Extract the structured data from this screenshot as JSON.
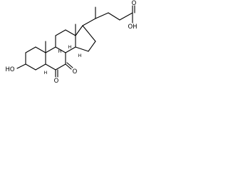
{
  "atom_labels": {
    "carboxyl_oxygen": "O",
    "hydroxyl_acid": "OH",
    "hydroxyl_ring": "HO",
    "ketone_6": "O",
    "ketone_7": "O"
  },
  "stereo_h": {
    "h5": "H",
    "h8": "H",
    "h9": "H",
    "h14": "H"
  }
}
